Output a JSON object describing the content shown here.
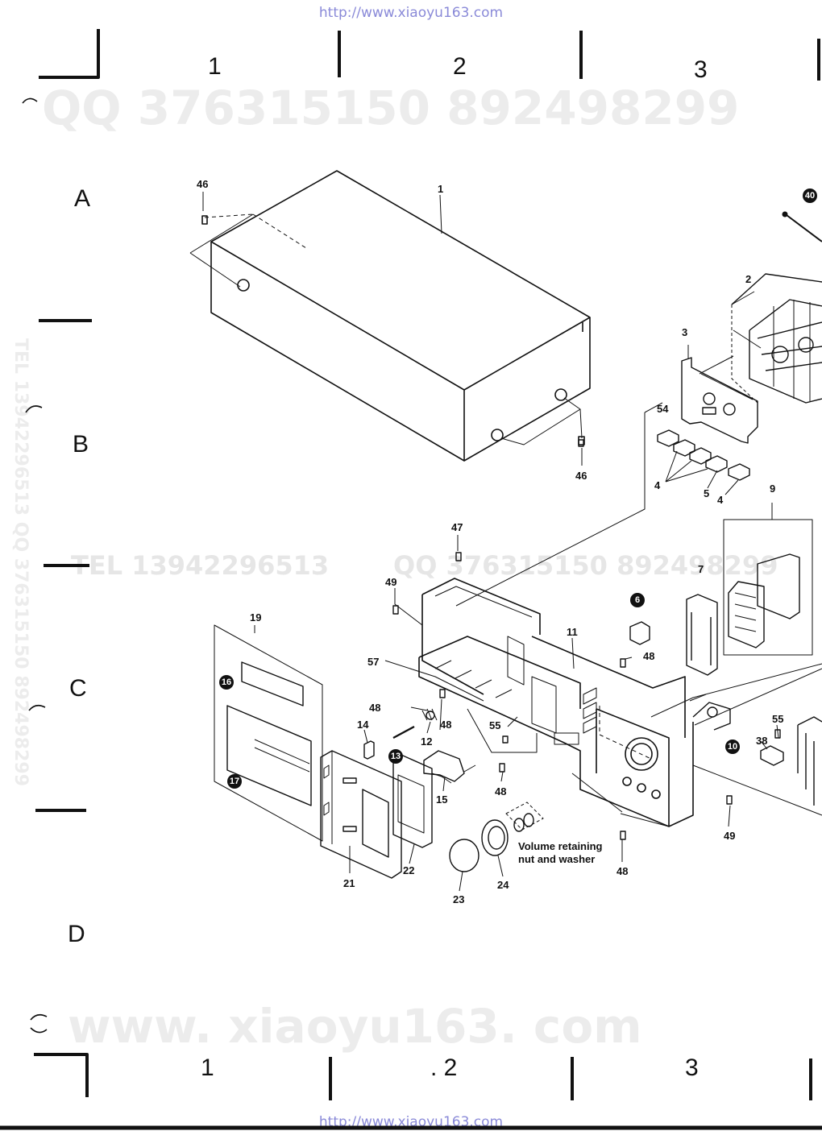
{
  "header": {
    "url": "http://www.xiaoyu163.com"
  },
  "footer": {
    "url": "http://www.xiaoyu163.com"
  },
  "watermarks": {
    "qq_top": "QQ 376315150   892498299",
    "tel_mid": "TEL 13942296513",
    "qq_mid": "QQ 376315150  892498299",
    "site_bottom": "www. xiaoyu163. com",
    "tel_vertical": "TEL 13942296513  QQ 376315150  892498299"
  },
  "grid": {
    "columns_top": [
      "1",
      "2",
      "3"
    ],
    "columns_bottom": [
      "1",
      ". 2",
      "3"
    ],
    "rows": [
      "A",
      "B",
      "C",
      "D"
    ]
  },
  "parts": {
    "p46a": "46",
    "p1": "1",
    "p46b": "46",
    "p2": "2",
    "p3": "3",
    "p54": "54",
    "p4a": "4",
    "p5": "5",
    "p4b": "4",
    "p9": "9",
    "p47": "47",
    "p49a": "49",
    "p7": "7",
    "p11": "11",
    "p48a": "48",
    "p19": "19",
    "p57": "57",
    "p48b": "48",
    "p48c": "48",
    "p14": "14",
    "p12": "12",
    "p55a": "55",
    "p15": "15",
    "p48d": "48",
    "p55b": "55",
    "p38": "38",
    "p49b": "49",
    "p21": "21",
    "p22": "22",
    "p23": "23",
    "p24": "24",
    "p48e": "48"
  },
  "circled": {
    "c40": "40",
    "c6": "6",
    "c16": "16",
    "c17": "17",
    "c13": "13",
    "c10": "10"
  },
  "notes": {
    "volume_line1": "Volume retaining",
    "volume_line2": "nut and washer"
  }
}
